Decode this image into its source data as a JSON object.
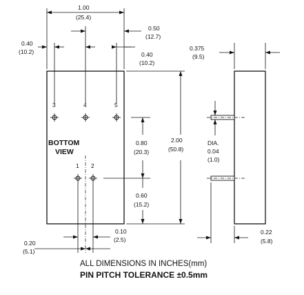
{
  "dims": {
    "width_overall": {
      "in": "1.00",
      "mm": "(25.4)"
    },
    "left_offset": {
      "in": "0.40",
      "mm": "(10.2)"
    },
    "right_offset": {
      "in": "0.50",
      "mm": "(12.7)"
    },
    "pin_pitch_top": {
      "in": "0.40",
      "mm": "(10.2)"
    },
    "height_overall": {
      "in": "2.00",
      "mm": "(50.8)"
    },
    "row_spacing": {
      "in": "0.80",
      "mm": "(20.3)"
    },
    "pin_to_bottom": {
      "in": "0.60",
      "mm": "(15.2)"
    },
    "pin_pitch_bottom": {
      "in": "0.10",
      "mm": "(2.5)"
    },
    "bottom_left_offset": {
      "in": "0.20",
      "mm": "(5.1)"
    },
    "thickness": {
      "in": "0.375",
      "mm": "(9.5)"
    },
    "pin_diameter": {
      "label": "DIA.",
      "in": "0.04",
      "mm": "(1.0)"
    },
    "pin_length": {
      "in": "0.22",
      "mm": "(5.8)"
    }
  },
  "pins": [
    "3",
    "4",
    "5",
    "1",
    "2"
  ],
  "view_label": {
    "line1": "BOTTOM",
    "line2": "VIEW"
  },
  "caption": {
    "line1": "ALL DIMENSIONS IN INCHES(mm)",
    "line2": "PIN PITCH TOLERANCE ±0.5mm"
  }
}
